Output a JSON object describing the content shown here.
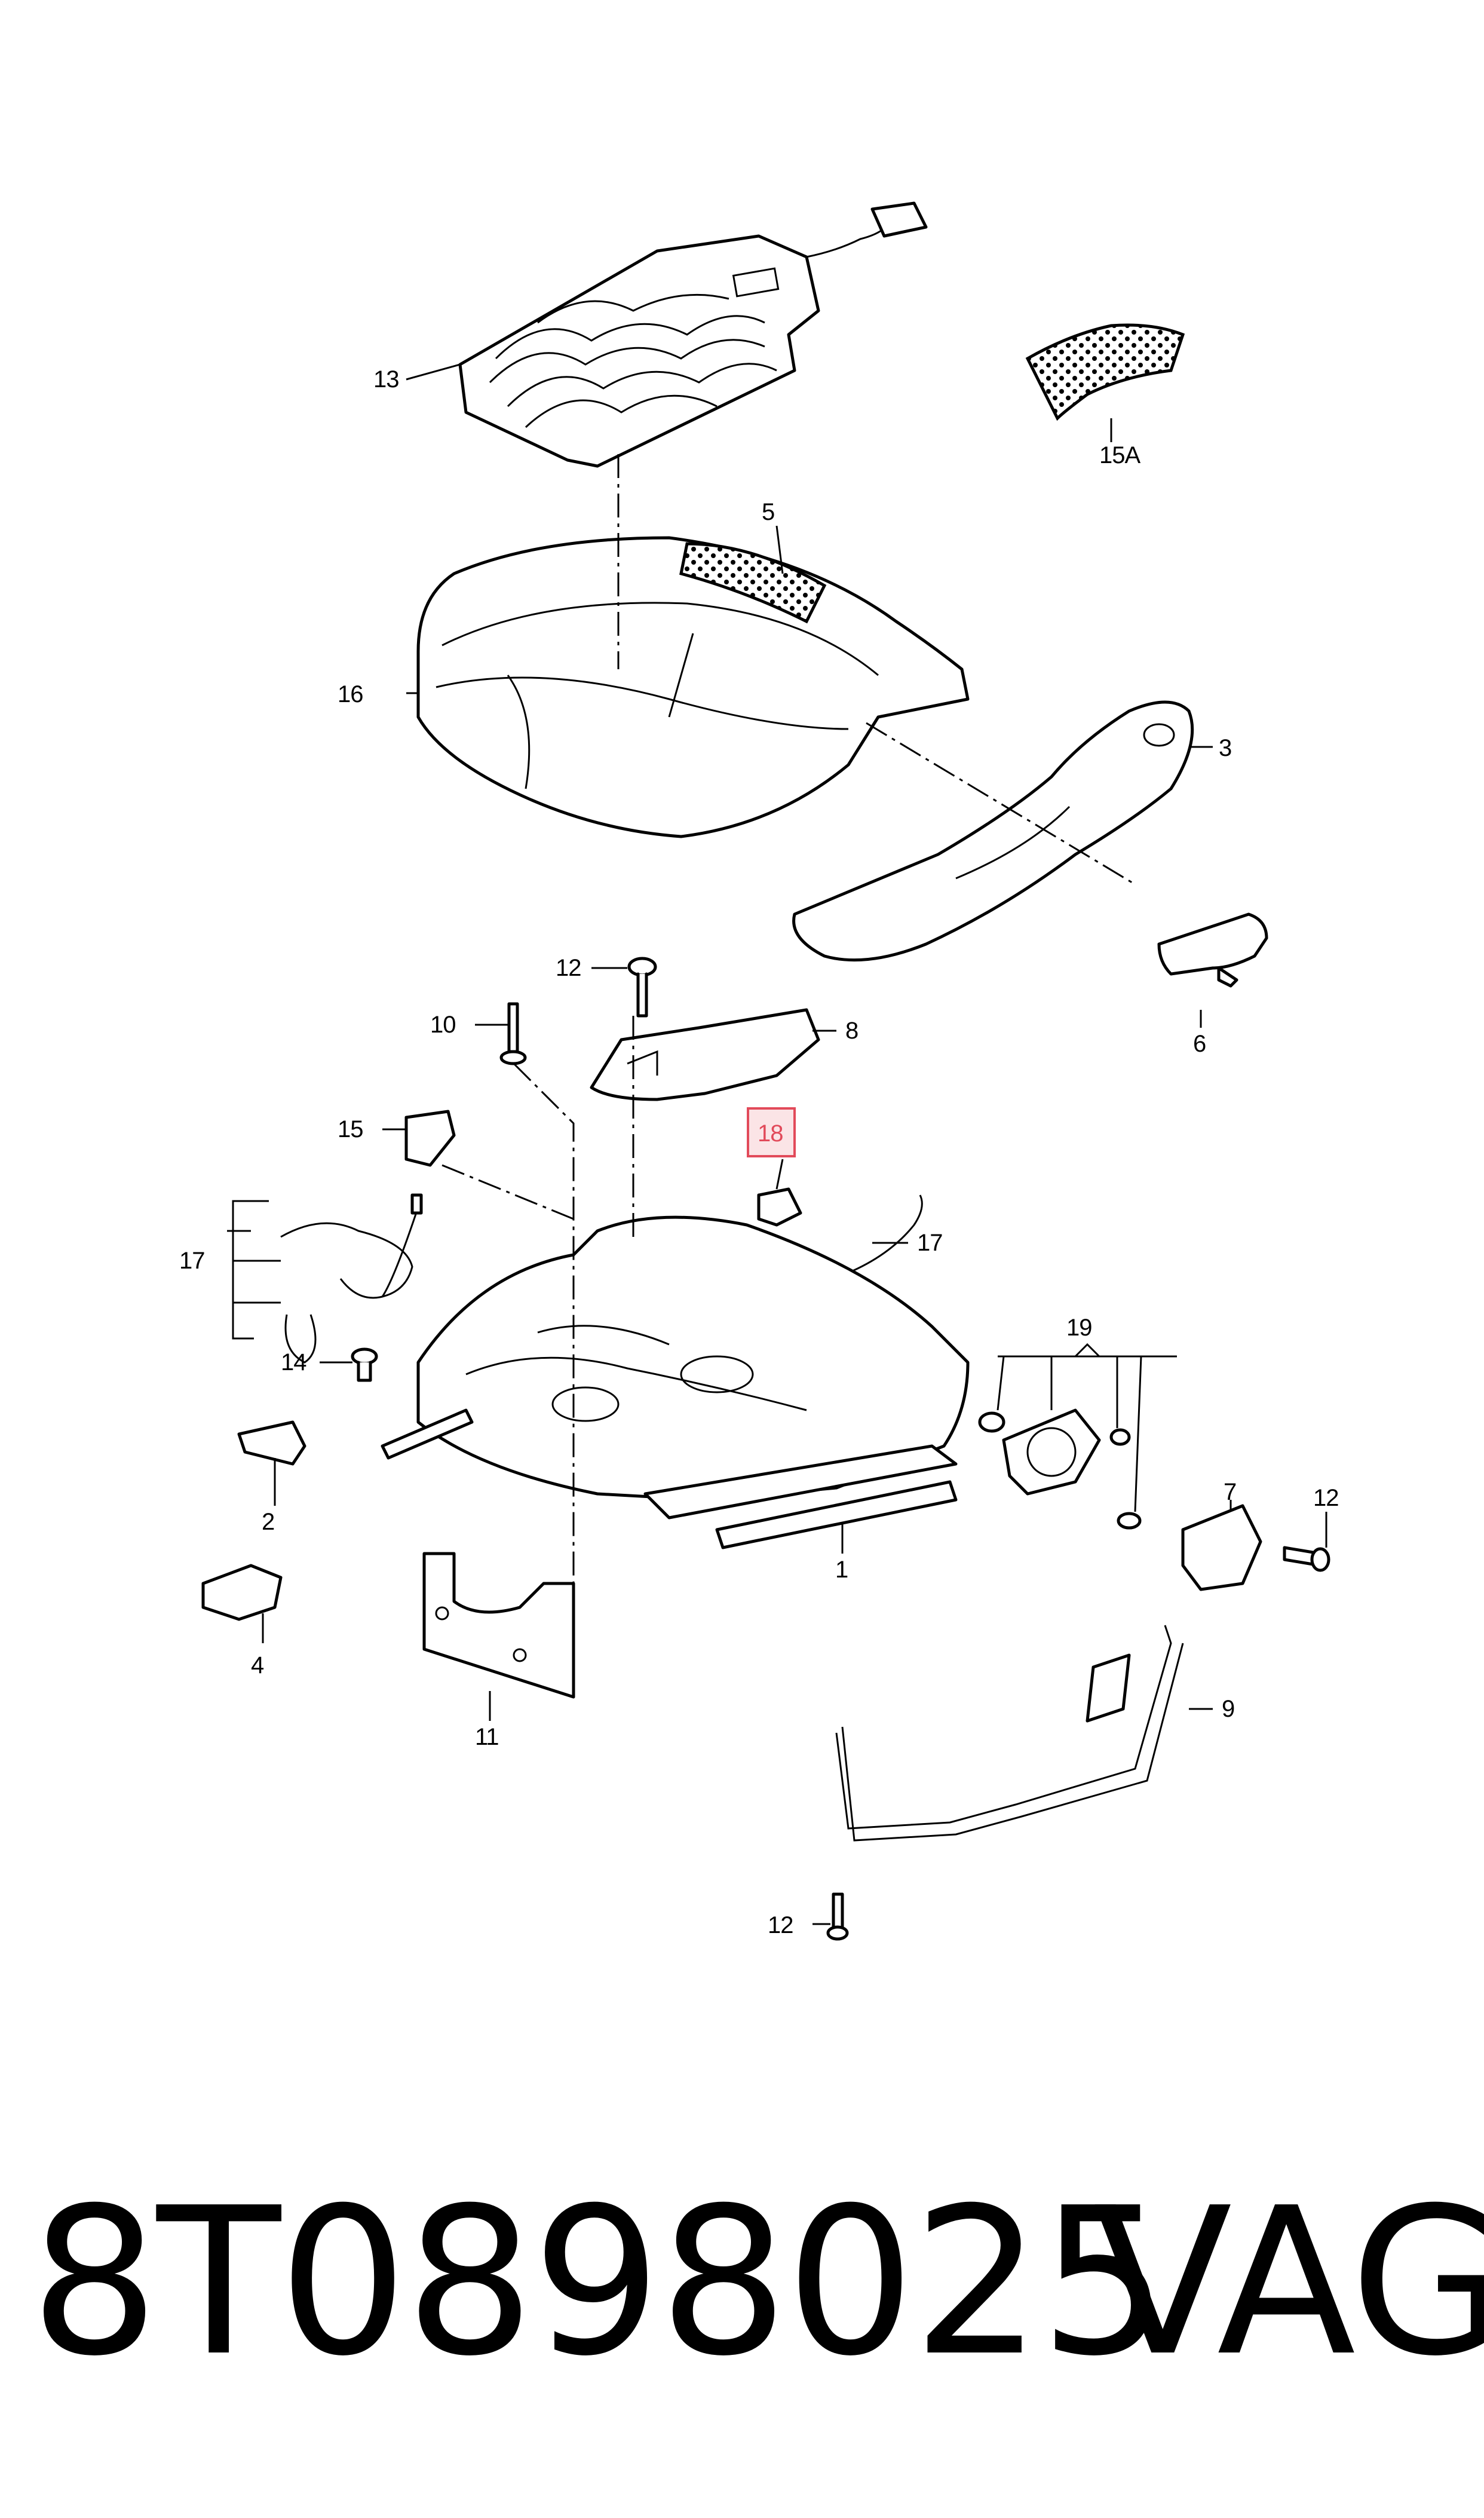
{
  "diagram": {
    "callouts": {
      "c1": "1",
      "c2": "2",
      "c3": "3",
      "c4": "4",
      "c5": "5",
      "c6": "6",
      "c7": "7",
      "c8": "8",
      "c9": "9",
      "c10": "10",
      "c11": "11",
      "c12a": "12",
      "c12b": "12",
      "c12c": "12",
      "c13": "13",
      "c14": "14",
      "c15": "15",
      "c15a": "15A",
      "c16": "16",
      "c17a": "17",
      "c17b": "17",
      "c18": "18",
      "c19": "19"
    },
    "highlighted_callout": "18",
    "highlight_color": "#e24a5a"
  },
  "footer": {
    "part_number": "8T0898025",
    "brand": "VAG"
  }
}
